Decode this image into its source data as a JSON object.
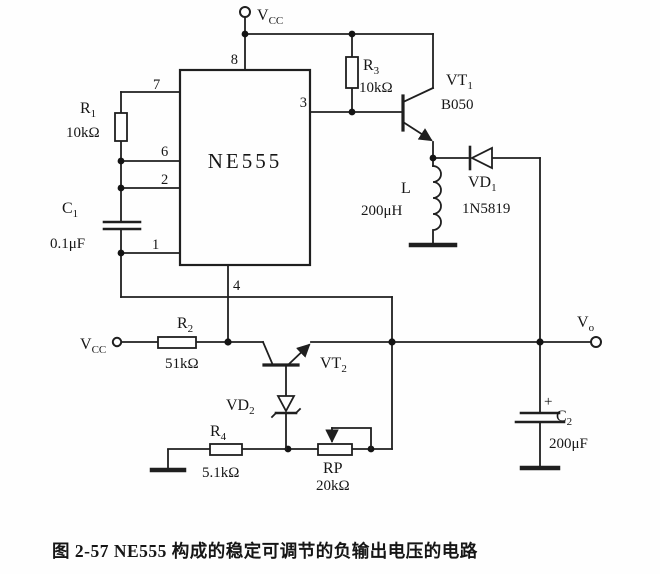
{
  "figure": {
    "caption": "图 2-57  NE555 构成的稳定可调节的负输出电压的电路"
  },
  "ic": {
    "name": "NE555",
    "pins": {
      "p1": "1",
      "p2": "2",
      "p3": "3",
      "p4": "4",
      "p6": "6",
      "p7": "7",
      "p8": "8"
    }
  },
  "power": {
    "vcc_top": {
      "ref": "V",
      "sub": "CC"
    },
    "vcc_left": {
      "ref": "V",
      "sub": "CC"
    },
    "vout": {
      "ref": "V",
      "sub": "o"
    }
  },
  "components": {
    "r1": {
      "ref": "R",
      "sub": "1",
      "value": "10kΩ"
    },
    "r2": {
      "ref": "R",
      "sub": "2",
      "value": "51kΩ"
    },
    "r3": {
      "ref": "R",
      "sub": "3",
      "value": "10kΩ"
    },
    "r4": {
      "ref": "R",
      "sub": "4",
      "value": "5.1kΩ"
    },
    "rp": {
      "ref": "RP",
      "value": "20kΩ"
    },
    "c1": {
      "ref": "C",
      "sub": "1",
      "value": "0.1μF"
    },
    "c2": {
      "ref": "C",
      "sub": "2",
      "value": "200μF",
      "polarity": "+"
    },
    "l": {
      "ref": "L",
      "value": "200μH"
    },
    "vt1": {
      "ref": "VT",
      "sub": "1",
      "model": "B050"
    },
    "vt2": {
      "ref": "VT",
      "sub": "2"
    },
    "vd1": {
      "ref": "VD",
      "sub": "1",
      "model": "1N5819"
    },
    "vd2": {
      "ref": "VD",
      "sub": "2"
    }
  },
  "colors": {
    "ink": "#1f1f1f",
    "paper": "#fefefe"
  }
}
